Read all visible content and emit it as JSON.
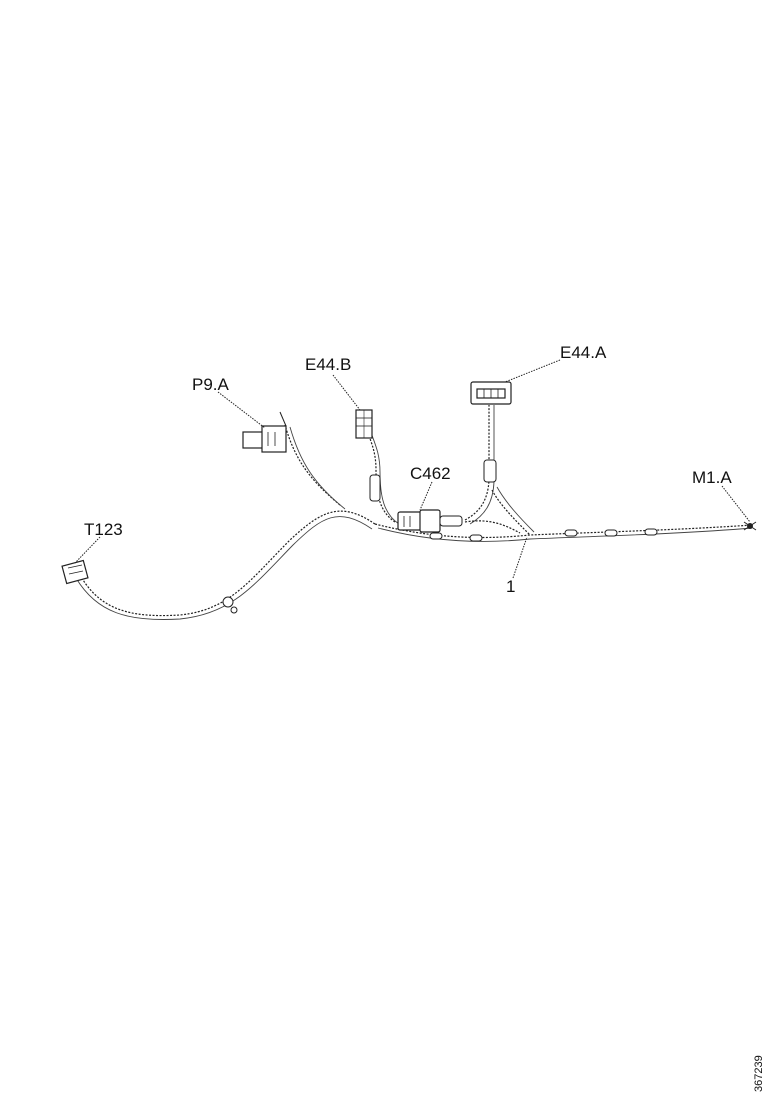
{
  "labels": {
    "p9a": "P9.A",
    "e44b": "E44.B",
    "e44a": "E44.A",
    "c462": "C462",
    "m1a": "M1.A",
    "t123": "T123",
    "item1": "1"
  },
  "figure_id": "367239"
}
